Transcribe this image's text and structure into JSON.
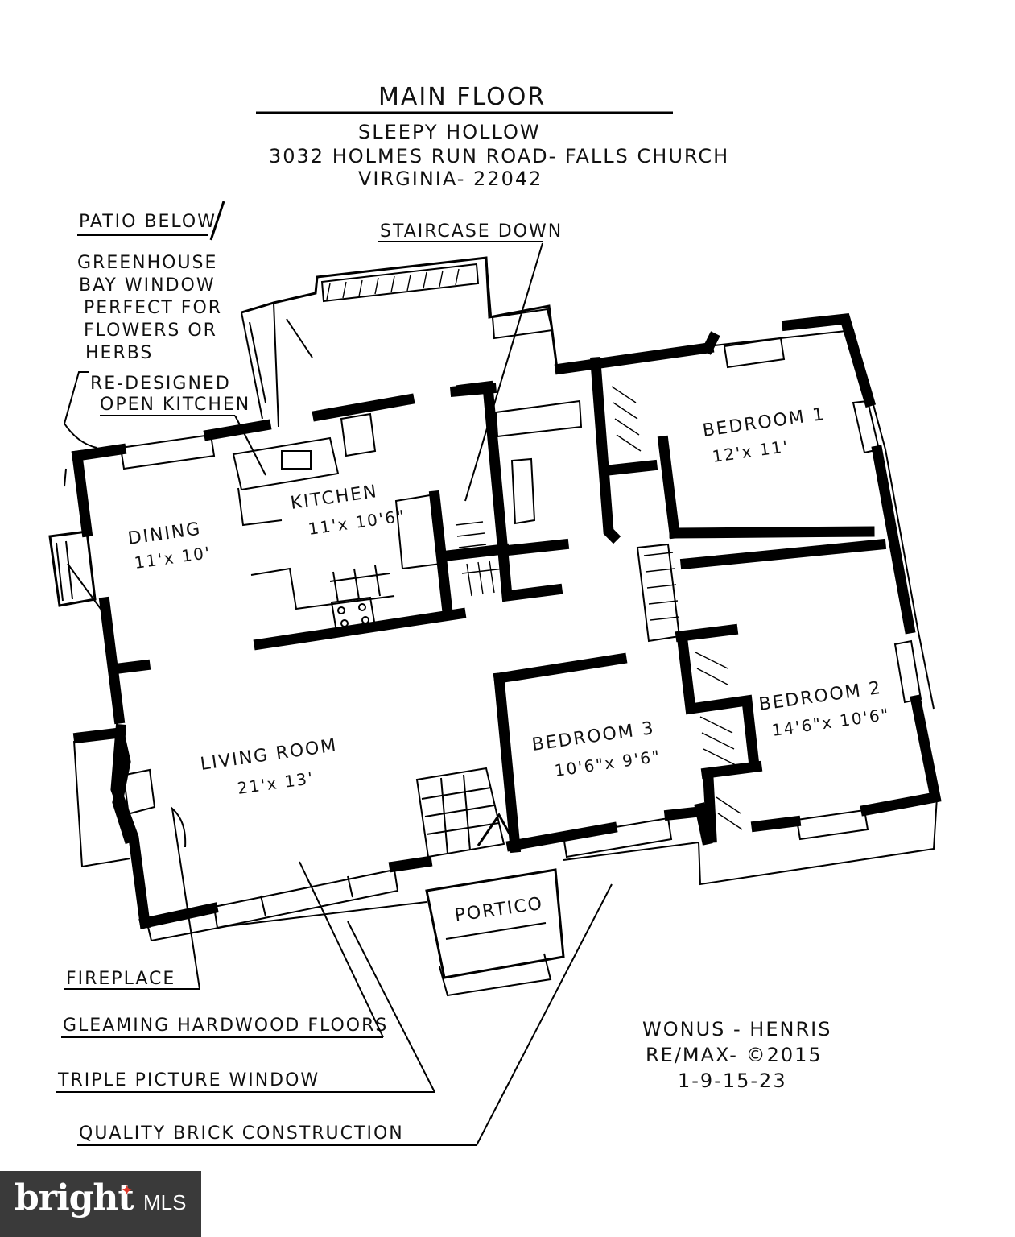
{
  "header": {
    "title": "MAIN FLOOR",
    "subdivision": "SLEEPY HOLLOW",
    "address_line": "3032 HOLMES RUN ROAD- FALLS CHURCH",
    "state_zip": "VIRGINIA- 22042"
  },
  "rooms": {
    "kitchen": {
      "name": "KITCHEN",
      "size": "11'x 10'6\""
    },
    "dining": {
      "name": "DINING",
      "size": "11'x 10'"
    },
    "living": {
      "name": "LIVING ROOM",
      "size": "21'x 13'"
    },
    "bedroom1": {
      "name": "BEDROOM 1",
      "size": "12'x 11'"
    },
    "bedroom2": {
      "name": "BEDROOM 2",
      "size": "14'6\"x 10'6\""
    },
    "bedroom3": {
      "name": "BEDROOM 3",
      "size": "10'6\"x 9'6\""
    },
    "portico": {
      "name": "PORTICO"
    }
  },
  "notes": {
    "patio": "PATIO BELOW",
    "greenhouse": [
      "GREENHOUSE",
      "BAY WINDOW",
      "PERFECT FOR",
      "FLOWERS OR",
      "HERBS"
    ],
    "kitchen_note": [
      "RE-DESIGNED",
      "OPEN KITCHEN"
    ],
    "staircase": "STAIRCASE DOWN",
    "fireplace": "FIREPLACE",
    "floors": "GLEAMING HARDWOOD FLOORS",
    "window": "TRIPLE PICTURE WINDOW",
    "brick": "QUALITY BRICK CONSTRUCTION"
  },
  "credit": {
    "author": "WONUS - HENRIS",
    "brokerage": "RE/MAX- ©2015",
    "code": "1-9-15-23"
  },
  "badge": {
    "word": "bright",
    "suffix": "MLS"
  }
}
